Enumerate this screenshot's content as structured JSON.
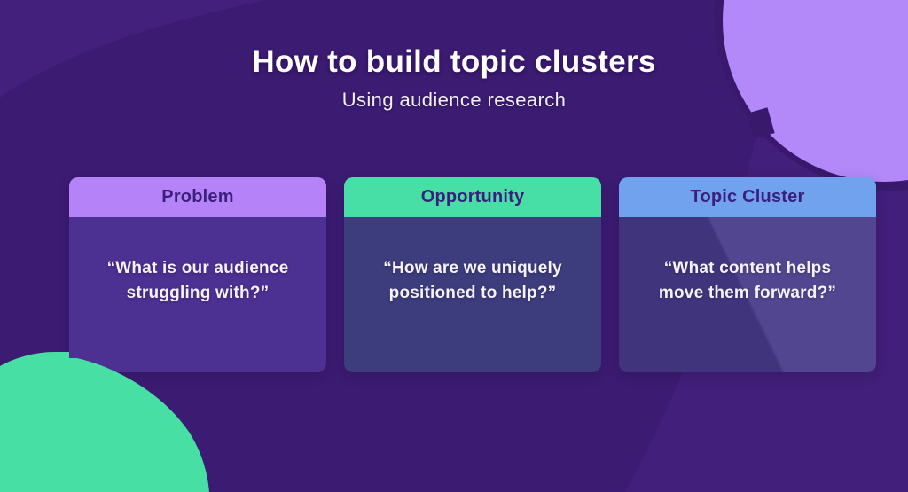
{
  "title_block": {
    "title": "How to build topic clusters",
    "subtitle": "Using audience research"
  },
  "cards": [
    {
      "title": "Problem",
      "quote": "“What is our audience struggling with?”",
      "header_bg": "#B583F7",
      "body_bg": "#4C3092"
    },
    {
      "title": "Opportunity",
      "quote": "“How are we uniquely positioned to help?”",
      "header_bg": "#48DFA6",
      "body_bg": "#3D3C7D"
    },
    {
      "title": "Topic Cluster",
      "quote": "“What content helps move them forward?”",
      "header_bg": "#70A2EE",
      "body_bg": "#473B89"
    }
  ],
  "colors": {
    "background": "#3C1B72",
    "background_light_band": "#44207D",
    "background_light_band_right": "#421F7A",
    "background_dark_shade": "#38196C",
    "purple_blob": "#B388F8",
    "green_blob": "#48DFA4",
    "title_text": "#FFFFFF",
    "header_text": "#3B1F7D",
    "quote_text": "#F5F2FA"
  }
}
